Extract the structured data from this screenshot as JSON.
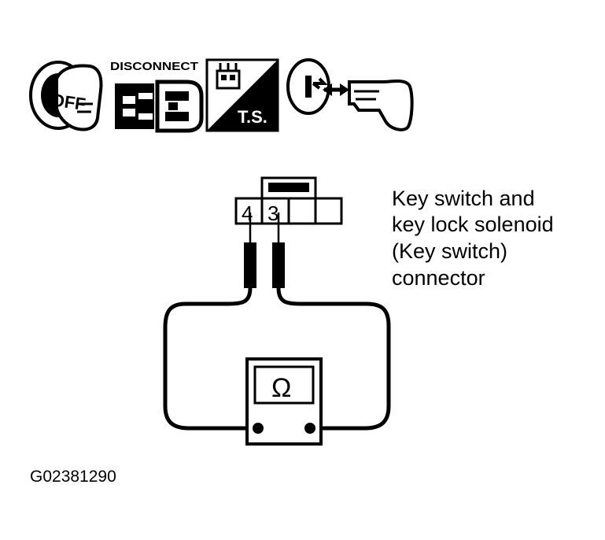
{
  "icons": {
    "ignition_off": {
      "icon": "ignition-off-icon",
      "text": "OFF"
    },
    "disconnect": {
      "icon": "disconnect-connector-icon",
      "text": "DISCONNECT"
    },
    "test_step": {
      "icon": "troubleshooting-icon",
      "text": "T.S."
    },
    "key_removed": {
      "icon": "key-removed-icon"
    }
  },
  "connector": {
    "pins": [
      "4",
      "3"
    ],
    "label_lines": [
      "Key switch and",
      "key lock solenoid",
      "(Key switch)",
      "connector"
    ]
  },
  "meter": {
    "symbol": "Ω"
  },
  "figure_id": "G02381290"
}
